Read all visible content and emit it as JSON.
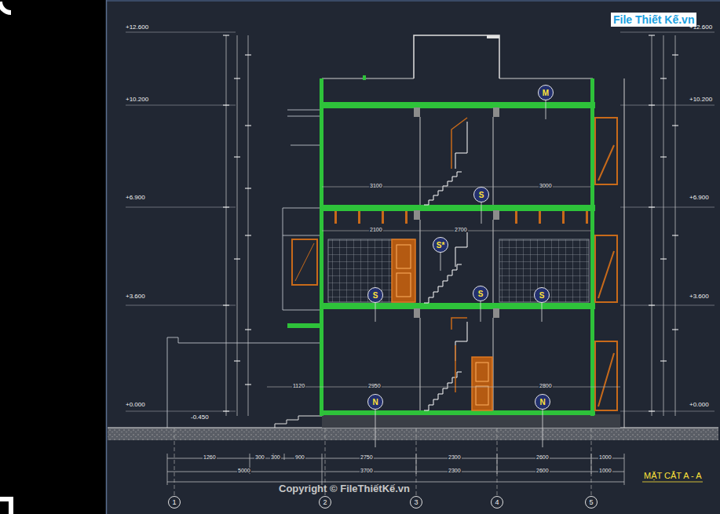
{
  "diagram": {
    "title": "MẶT CẮT A - A",
    "nodes": [
      {
        "text": [
          "M"
        ]
      },
      {
        "text": [
          "S"
        ]
      },
      {
        "text": [
          "S*"
        ]
      },
      {
        "text": [
          "S"
        ]
      },
      {
        "text": [
          "S"
        ]
      },
      {
        "text": [
          "S"
        ]
      },
      {
        "text": [
          "N"
        ]
      },
      {
        "text": [
          "N"
        ]
      },
      {
        "text": [
          "1"
        ]
      },
      {
        "text": [
          "2"
        ]
      },
      {
        "text": [
          "3"
        ]
      },
      {
        "text": [
          "4"
        ]
      },
      {
        "text": [
          "5"
        ]
      }
    ],
    "edges": [],
    "labels": [
      "+12.600",
      "+10.200",
      "+6.900",
      "+3.600",
      "+0.000",
      "-0.450",
      "+12.600",
      "+10.200",
      "+6.900",
      "+3.600",
      "+0.000",
      "Copyright © FileThiếtKế.vn",
      "File Thiết Kế.vn",
      "1260",
      "300",
      "300",
      "900",
      "2750",
      "2300",
      "2600",
      "1000",
      "5000",
      "3700",
      "2300",
      "2600",
      "1000",
      "3100",
      "3000",
      "2700",
      "2100",
      "1120",
      "2950",
      "2800"
    ]
  }
}
